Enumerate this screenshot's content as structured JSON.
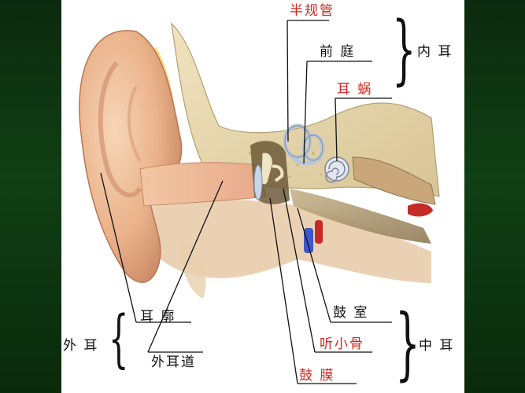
{
  "labels": {
    "semicircular_canals": "半规管",
    "vestibule": "前  庭",
    "cochlea": "耳  蜗",
    "inner_ear": "内 耳",
    "auricle": "耳  廓",
    "outer_ear": "外 耳",
    "ear_canal": "外耳道",
    "tympanic_cavity": "鼓  室",
    "ossicles": "听小骨",
    "middle_ear": "中 耳",
    "eardrum": "鼓  膜"
  },
  "colors": {
    "red_label": "#d2261f",
    "black_label": "#111111",
    "side_green": "#103f14"
  }
}
